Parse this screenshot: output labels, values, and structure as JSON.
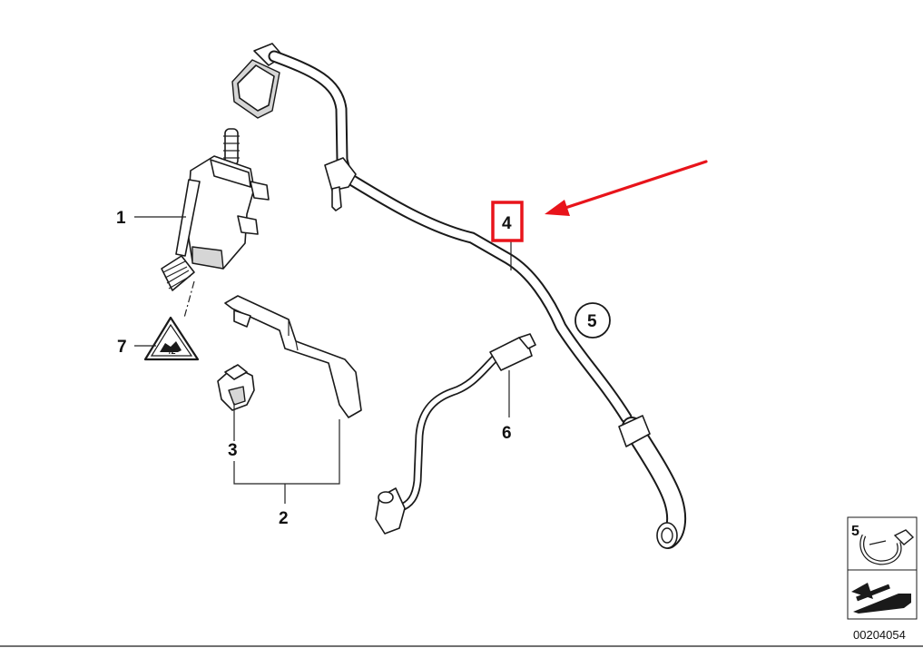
{
  "callouts": {
    "c1": "1",
    "c2": "2",
    "c3": "3",
    "c4": "4",
    "c5": "5",
    "c6": "6",
    "c7": "7"
  },
  "legend": {
    "number": "5",
    "reference_id": "00204054"
  },
  "colors": {
    "highlight": "#e8141b",
    "line": "#1a1a1a",
    "shade": "#d6d6d6"
  }
}
